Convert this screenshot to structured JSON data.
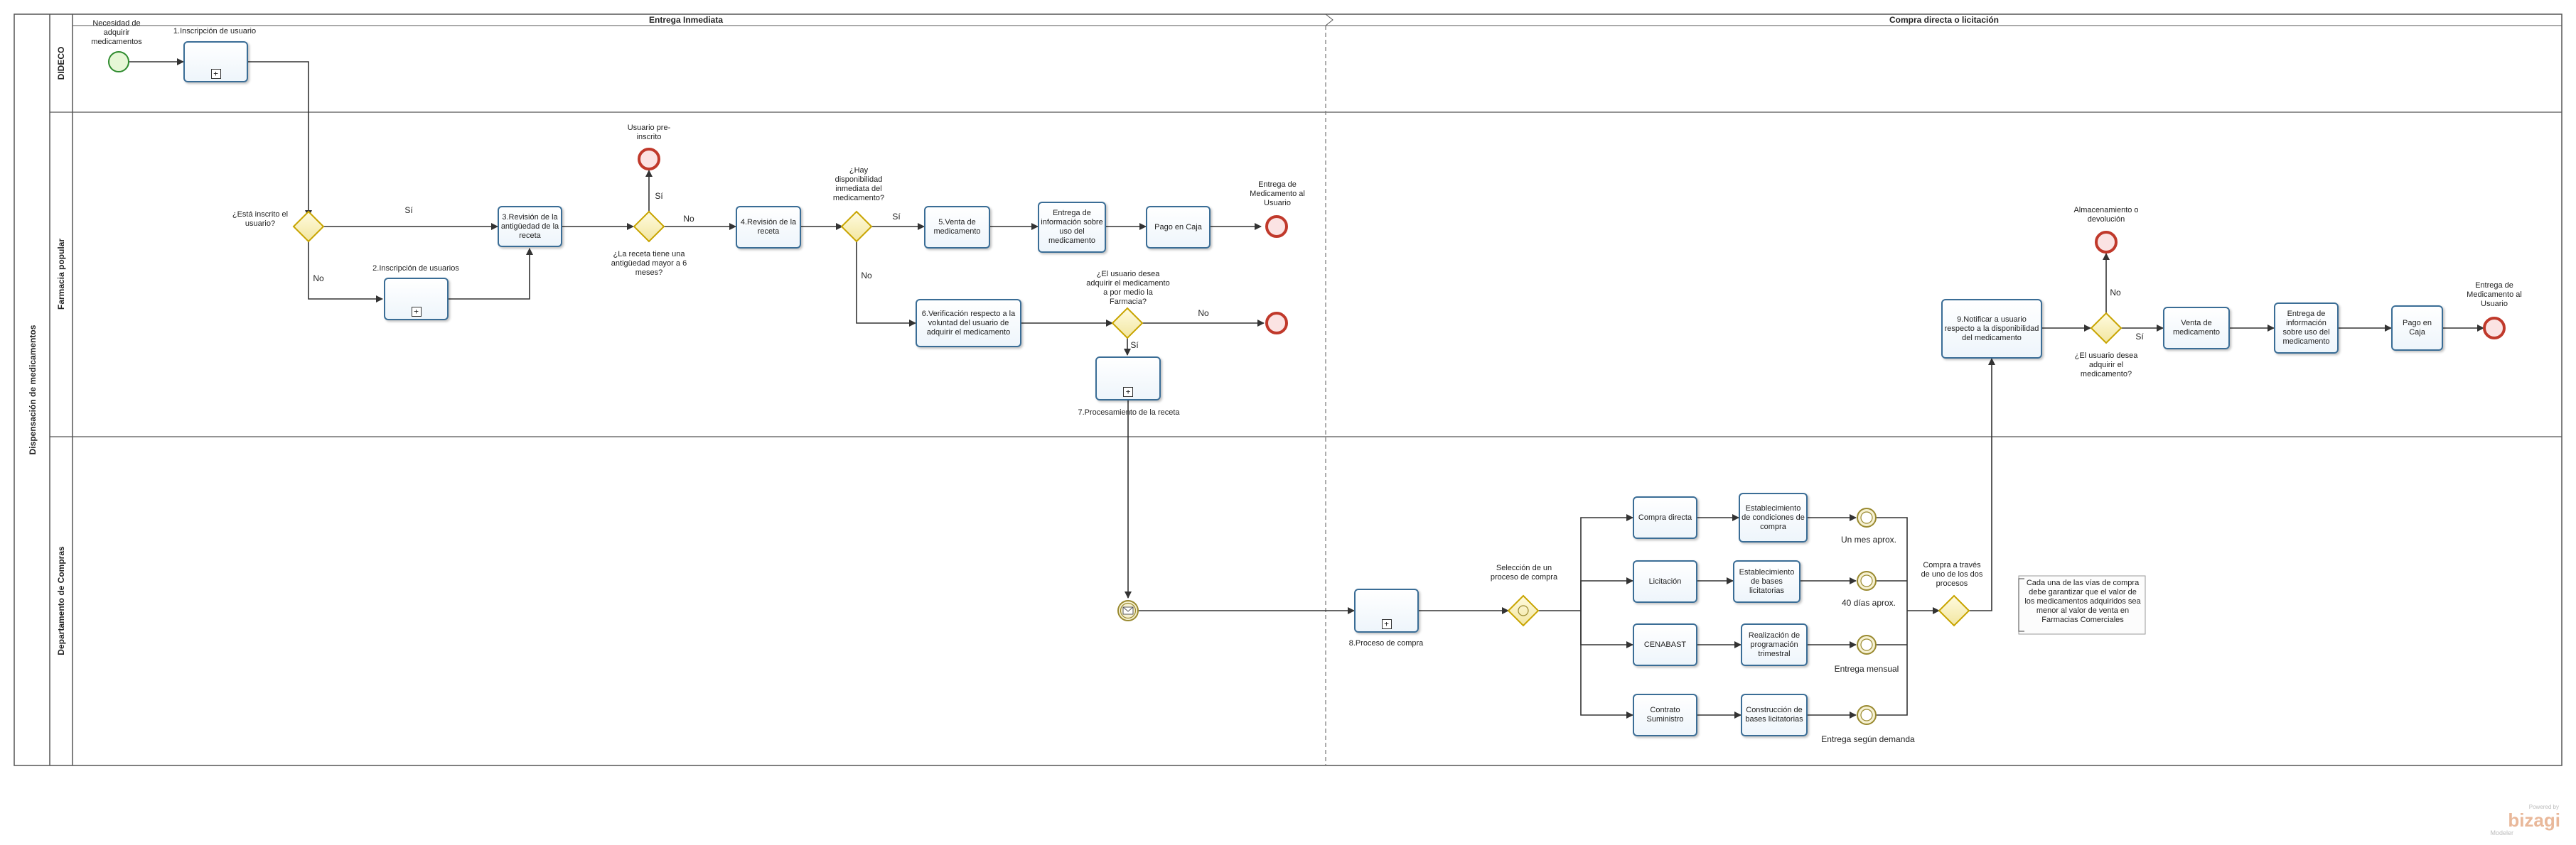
{
  "pool": {
    "title": "Dispensación de medicamentos"
  },
  "lanes": [
    "DIDECO",
    "Farmacia popular",
    "Departamento de Compras"
  ],
  "phases": [
    "Entrega Inmediata",
    "Compra directa o licitación"
  ],
  "events": {
    "start": "Necesidad de adquirir medicamentos",
    "end_user_pre": "Usuario pre-inscrito",
    "end_delivery1": "Entrega de Medicamento al Usuario",
    "end_storage": "Almacenamiento o devolución",
    "end_delivery2": "Entrega de Medicamento al Usuario"
  },
  "tasks": {
    "t1": "1.Inscripción de usuario",
    "t2": "2.Inscripción de usuarios",
    "t3": "3.Revisión de la antigüedad de la receta",
    "t4": "4.Revisión de la receta",
    "t5": "5.Venta de medicamento",
    "t_info1": "Entrega de información sobre uso del medicamento",
    "t_pay1": "Pago en Caja",
    "t6": "6.Verificación respecto a la voluntad del usuario de adquirir el medicamento",
    "t7": "7.Procesamiento de la receta",
    "t8": "8.Proceso de compra",
    "t9": "9.Notificar a usuario respecto a la disponibilidad del medicamento",
    "t_sell2": "Venta de medicamento",
    "t_info2": "Entrega de información sobre uso del medicamento",
    "t_pay2": "Pago en Caja",
    "t_cd": "Compra directa",
    "t_lic": "Licitación",
    "t_cen": "CENABAST",
    "t_cs": "Contrato Suministro",
    "t_ecc": "Establecimiento de condiciones de compra",
    "t_ebl": "Establecimiento de bases licitatorias",
    "t_rpt": "Realización de programación trimestral",
    "t_cbl": "Construcción de bases licitatorias"
  },
  "gateways": {
    "g1": "¿Está inscrito el usuario?",
    "g2": "¿La receta tiene una antigüedad mayor a 6 meses?",
    "g3": "¿Hay disponibilidad inmediata del medicamento?",
    "g4": "¿El usuario desea adquirir el medicamento a por medio la Farmacia?",
    "g5": "Selección de un proceso de compra",
    "g6": "Compra a través de uno de los dos procesos",
    "g7": "¿El usuario desea adquirir el medicamento?"
  },
  "timers": {
    "tm1": "Un mes aprox.",
    "tm2": "40 días aprox.",
    "tm3": "Entrega mensual",
    "tm4": "Entrega según demanda"
  },
  "flow_labels": {
    "yes": "Sí",
    "no": "No"
  },
  "annotation": "Cada una de las vías de compra debe garantizar que el valor de los medicamentos adquiridos sea menor al valor de venta en Farmacias Comerciales",
  "watermark": {
    "line1": "Powered by",
    "brand": "bizagi",
    "line2": "Modeler"
  },
  "colors": {
    "task_border": "#3a6d96",
    "start_event": "#2e8b2e",
    "end_event": "#c0392b",
    "gateway": "#c8a400",
    "timer": "#9a8a30"
  }
}
